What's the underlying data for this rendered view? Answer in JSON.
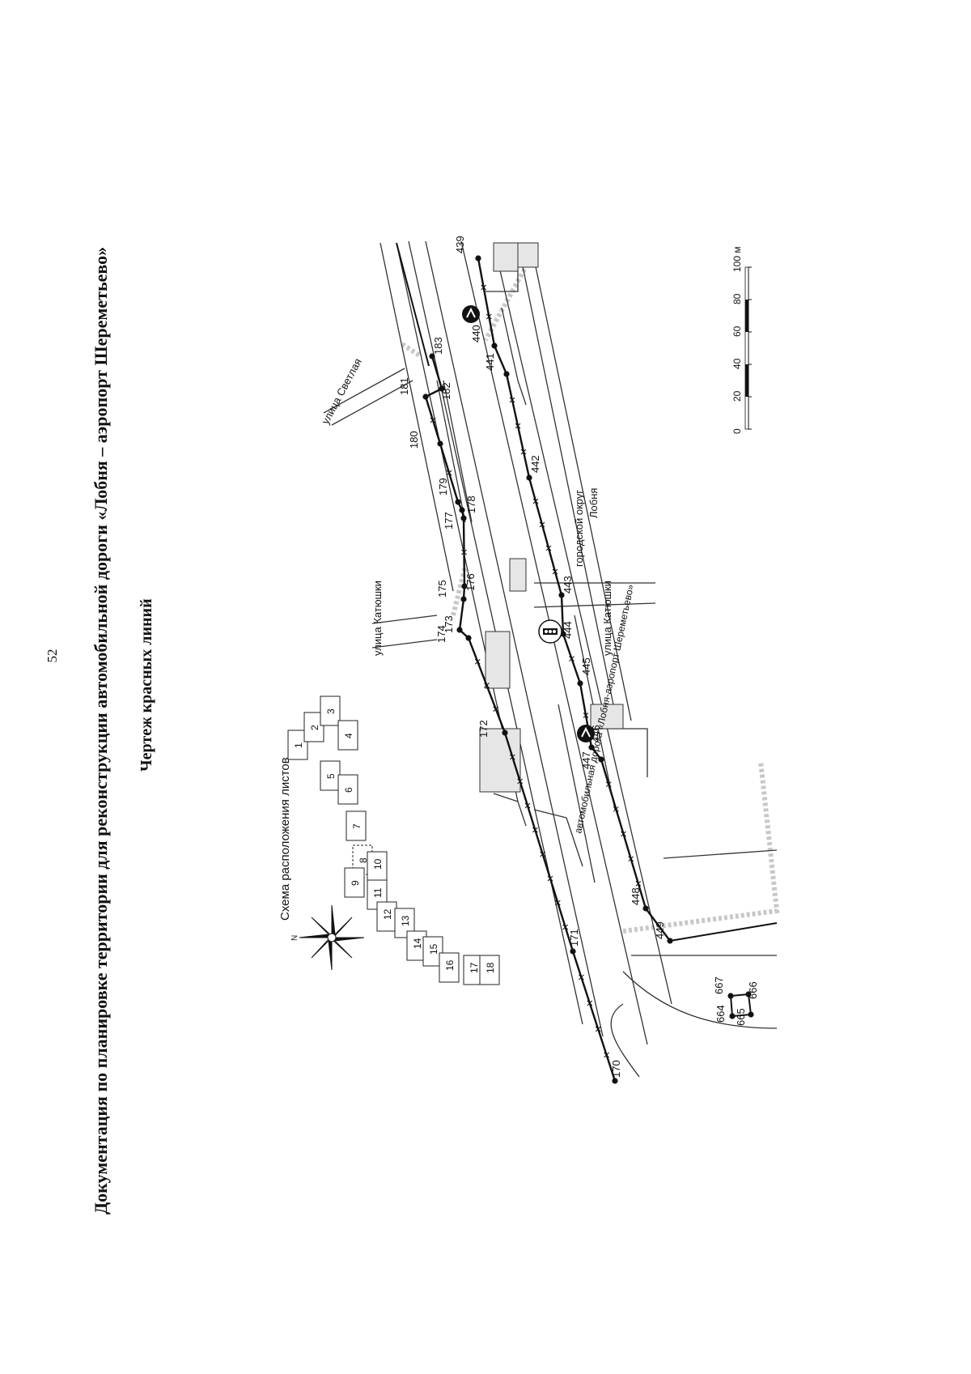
{
  "page": {
    "number": "52",
    "title": "Документация по планировке территории для реконструкции автомобильной дороги «Лобня – аэропорт Шереметьево»",
    "subtitle": "Чертеж красных линий"
  },
  "scheme": {
    "title": "Схема расположения листов",
    "north_label": "N",
    "sheets": [
      "1",
      "2",
      "3",
      "4",
      "5",
      "6",
      "7",
      "8",
      "9",
      "10",
      "11",
      "12",
      "13",
      "14",
      "15",
      "16",
      "17",
      "18"
    ]
  },
  "labels": {
    "street_svetlaya": "улица Светлая",
    "street_katyushki_north": "улица Катюшки",
    "street_katyushki_south": "улица Катюшки",
    "road_name": "автомобильная дорога «Лобня-аэропорт Шереметьево»",
    "district_line1": "городской округ",
    "district_line2": "Лобня"
  },
  "scale_bar": {
    "ticks": [
      "0",
      "20",
      "40",
      "60",
      "80",
      "100 м"
    ]
  },
  "points": {
    "north_line": [
      "170",
      "171",
      "172",
      "173",
      "174",
      "175",
      "176",
      "177",
      "178",
      "179",
      "180",
      "181",
      "182",
      "183"
    ],
    "south_line": [
      "439",
      "440",
      "441",
      "442",
      "443",
      "444",
      "445",
      "446",
      "447",
      "448",
      "449"
    ],
    "plot": [
      "664",
      "665",
      "666",
      "667"
    ]
  },
  "colors": {
    "line": "#111111",
    "road": "#333333",
    "halo": "#c8c8c8",
    "paper": "#ffffff"
  }
}
